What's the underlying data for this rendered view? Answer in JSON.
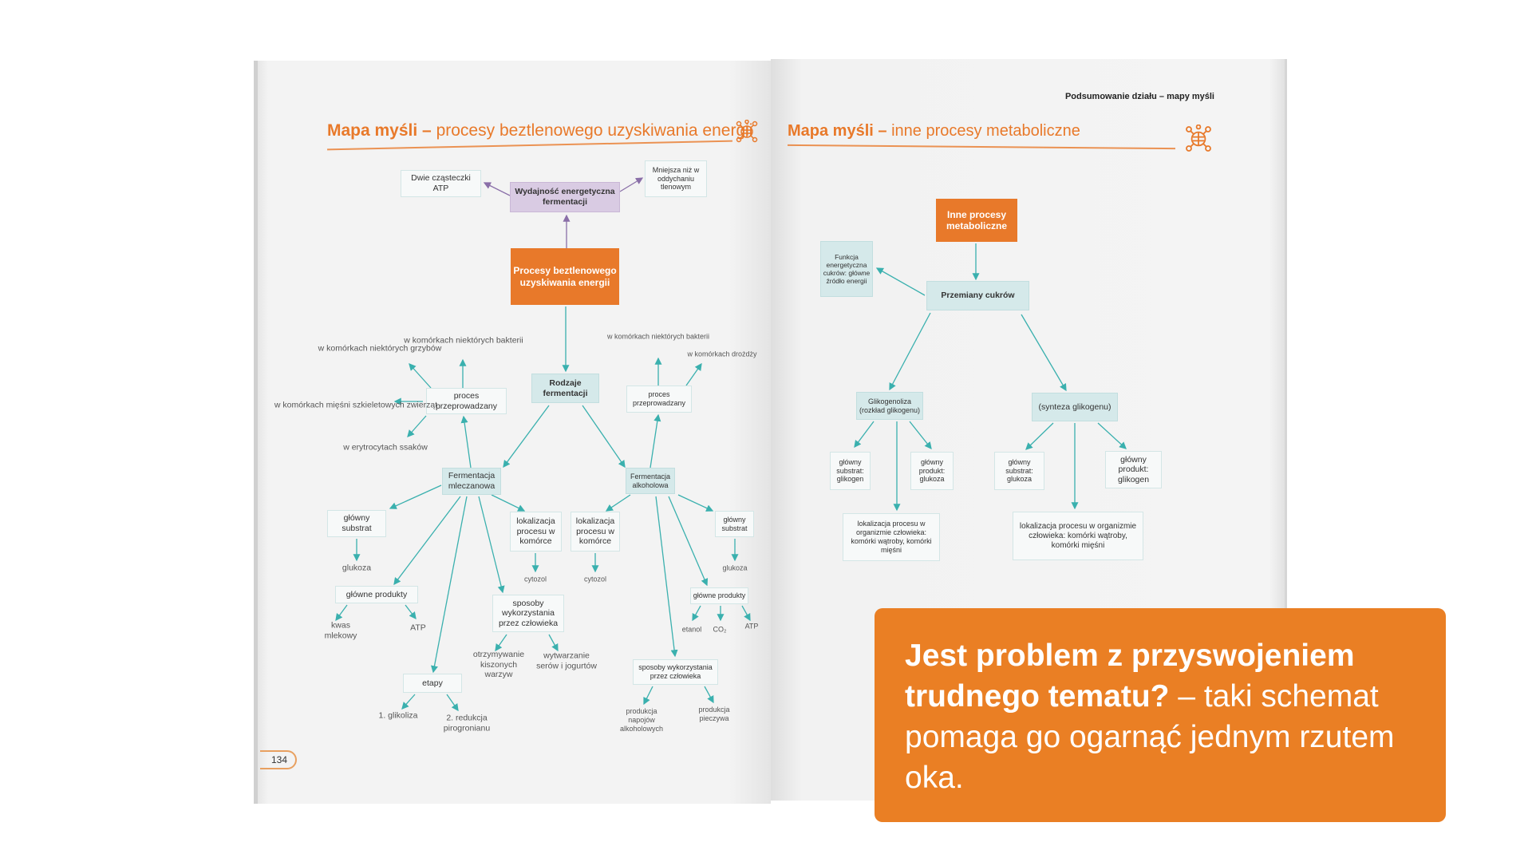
{
  "left_page": {
    "title_bold": "Mapa myśli –",
    "title_rest": "procesy beztlenowego uzyskiwania energii",
    "page_number": "134",
    "nodes": {
      "dwie_atp": "Dwie cząsteczki ATP",
      "wydajnosc": "Wydajność energetyczna fermentacji",
      "mniejsza": "Mniejsza niż w oddychaniu tlenowym",
      "procesy": "Procesy beztlenowego uzyskiwania energii",
      "rodzaje": "Rodzaje fermentacji",
      "proces_l": "proces przeprowadzany",
      "grzybow": "w komórkach niektórych grzybów",
      "bakterii_l": "w komórkach niektórych bakterii",
      "miesni": "w komórkach mięśni szkieletowych zwierząt",
      "erytrocyty": "w erytrocytach ssaków",
      "proces_r": "proces przeprowadzany",
      "bakterii_r": "w komórkach niektórych bakterii",
      "drozdzy": "w komórkach drożdży",
      "f_mlecz": "Fermentacja mleczanowa",
      "f_alk": "Fermentacja alkoholowa",
      "substrat_l": "główny substrat",
      "glukoza_l": "glukoza",
      "produkty_l": "główne produkty",
      "kwas": "kwas mlekowy",
      "atp_l": "ATP",
      "lok_l": "lokalizacja procesu w komórce",
      "cytozol_l": "cytozol",
      "lok_r": "lokalizacja procesu w komórce",
      "cytozol_r": "cytozol",
      "substrat_r": "główny substrat",
      "glukoza_r": "glukoza",
      "produkty_r": "główne produkty",
      "etanol": "etanol",
      "co2": "CO₂",
      "atp_r": "ATP",
      "sposoby_l": "sposoby wykorzystania przez człowieka",
      "kiszonki": "otrzymywanie kiszonych warzyw",
      "sery": "wytwarzanie serów i jogurtów",
      "etapy": "etapy",
      "glikoliza": "1. glikoliza",
      "redukcja": "2. redukcja pirogronianu",
      "sposoby_r": "sposoby wykorzystania przez człowieka",
      "napoje": "produkcja napojów alkoholowych",
      "pieczywo": "produkcja pieczywa"
    }
  },
  "right_page": {
    "header": "Podsumowanie działu – mapy myśli",
    "title_bold": "Mapa myśli –",
    "title_rest": "inne procesy metaboliczne",
    "nodes": {
      "inne": "Inne procesy metaboliczne",
      "funkcja": "Funkcja energetyczna cukrów: główne źródło energii",
      "przemiany": "Przemiany cukrów",
      "glikogenoliza": "Glikogenoliza (rozkład glikogenu)",
      "synteza": "(synteza glikogenu)",
      "sub_glikogen": "główny substrat: glikogen",
      "prod_glukoza": "główny produkt: glukoza",
      "sub_glukoza": "główny substrat: glukoza",
      "prod_glikogen": "główny produkt: glikogen",
      "lok_l": "lokalizacja procesu w organizmie człowieka: komórki wątroby, komórki mięśni",
      "lok_r": "lokalizacja procesu w organizmie człowieka: komórki wątroby, komórki mięśni"
    }
  },
  "callout": {
    "bold": "Jest problem z przyswojeniem trudnego tematu?",
    "rest": " – taki schemat pomaga go ogarnąć jednym rzutem oka."
  },
  "colors": {
    "orange": "#e8792a",
    "teal": "#3ab0ae",
    "purple": "#8a6fa8",
    "callout": "#ea7f24"
  }
}
